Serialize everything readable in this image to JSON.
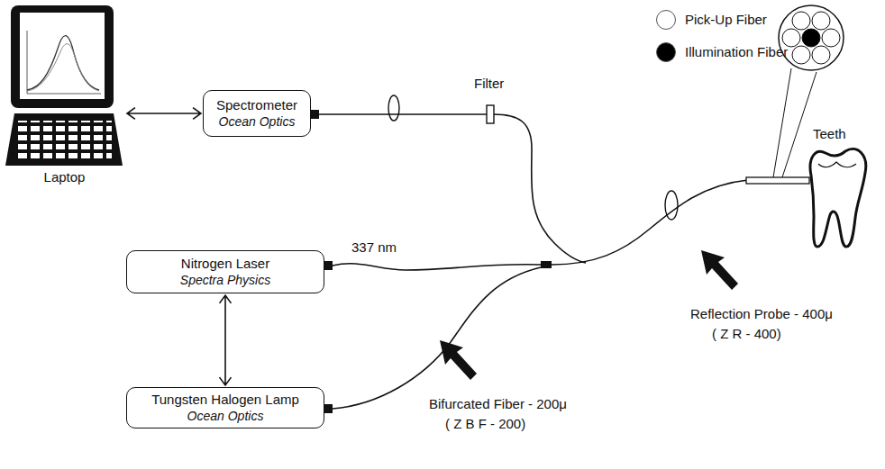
{
  "diagram": {
    "nodes": [
      {
        "text": [
          "Laptop"
        ]
      },
      {
        "text": [
          "Spectrometer",
          "Ocean Optics"
        ]
      },
      {
        "text": [
          "Nitrogen Laser",
          "Spectra Physics"
        ]
      },
      {
        "text": [
          "Tungsten Halogen Lamp",
          "Ocean Optics"
        ]
      }
    ],
    "edges": [
      {
        "from": 0,
        "to": 1,
        "arrow": "both"
      },
      {
        "from": 2,
        "to": 3,
        "arrow": "both"
      }
    ],
    "labels": [
      "Filter",
      "337 nm",
      "Teeth",
      "Reflection Probe - 400μ",
      "( Z R - 400)",
      "Bifurcated Fiber - 200μ",
      "( Z B F - 200)"
    ],
    "legend": [
      {
        "text": "Pick-Up Fiber",
        "color": "#ffffff"
      },
      {
        "text": "Illumination Fiber",
        "color": "#000000"
      }
    ]
  }
}
